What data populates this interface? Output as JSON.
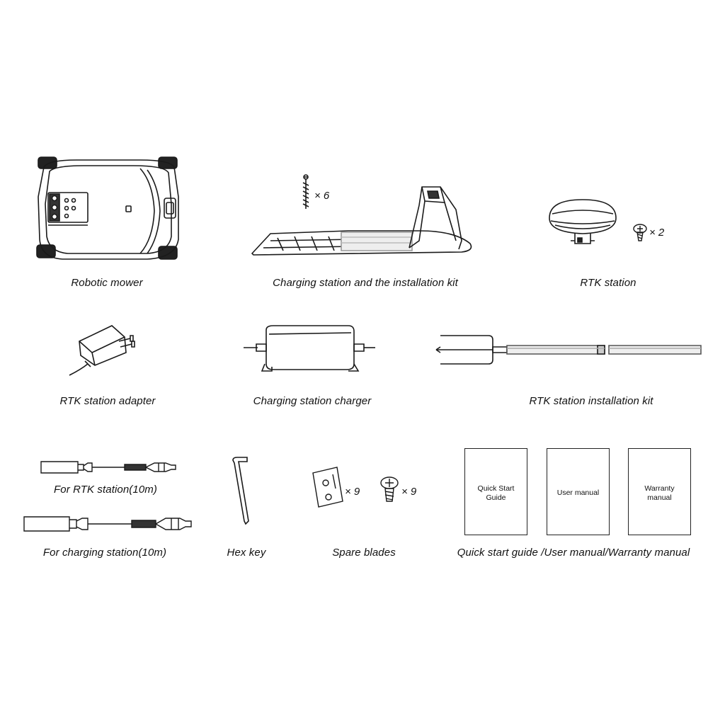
{
  "captions": {
    "robotic_mower": "Robotic mower",
    "charging_station_kit": "Charging station and the installation kit",
    "rtk_station": "RTK station",
    "rtk_adapter": "RTK station adapter",
    "charging_charger": "Charging station charger",
    "rtk_install_kit": "RTK station installation kit",
    "cable_rtk": "For RTK station(10m)",
    "cable_charging": "For charging station(10m)",
    "hex_key": "Hex key",
    "spare_blades": "Spare blades",
    "manuals": "Quick start guide /User manual/Warranty manual"
  },
  "quantities": {
    "stakes": "× 6",
    "rtk_screws": "× 2",
    "blades": "× 9",
    "blade_screws": "× 9"
  },
  "documents": {
    "quick_start": "Quick Start\nGuide",
    "user_manual": "User manual",
    "warranty": "Warranty\nmanual"
  }
}
